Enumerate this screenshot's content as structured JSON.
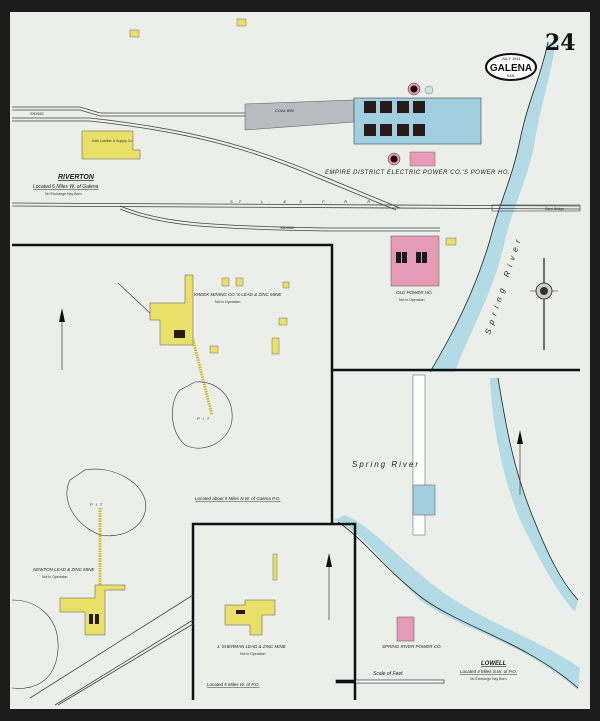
{
  "sheet": {
    "number": "24",
    "title": "GALENA",
    "date": "JULY 1911",
    "state": "KAN."
  },
  "colors": {
    "paper": "#eceeea",
    "brick": "#e59ab6",
    "frame": "#e9e06a",
    "stone": "#9fcfe0",
    "water": "#b2dbe6",
    "iron": "#b8bcc0"
  },
  "riverton": {
    "title": "RIVERTON",
    "location": "Located 6 Miles W. of Galena",
    "note": "No Exchange Hay Barn",
    "siding_label": "SIDING",
    "switch_label": "SIDING",
    "railroad_label": "ST. L. & S. F. R. R.",
    "supply_label": "Kahl Lumber & Supply Co.",
    "coal_bin": "COAL BIN",
    "power_house": "EMPIRE DISTRICT ELECTRIC POWER CO.'S POWER HO.",
    "old_power_house": "OLD POWER HO.",
    "old_power_note": "Not in Operation",
    "bridge": "Steel Bridge",
    "river": "Spring River"
  },
  "kreek": {
    "title": "KREEK MINING CO.'S LEAD & ZINC MINE",
    "note": "Not in Operation",
    "pit": "PIT",
    "location": "Located about 5 Miles N.W. of Galena P.O."
  },
  "newton": {
    "title": "NEWTON LEAD & ZINC MINE",
    "note": "Not in Operation",
    "pit": "PIT"
  },
  "sherman": {
    "title": "J. SHERMAN LEAD & ZINC MINE",
    "note": "Not in Operation",
    "location": "Located 5 Miles W. of P.O."
  },
  "lowell": {
    "title": "LOWELL",
    "location": "Located 4 Miles S.W. of P.O.",
    "note": "No Exchange Hay Barn",
    "river": "Spring River",
    "power_co": "SPRING RIVER POWER CO.",
    "scale": "Scale of Feet."
  }
}
